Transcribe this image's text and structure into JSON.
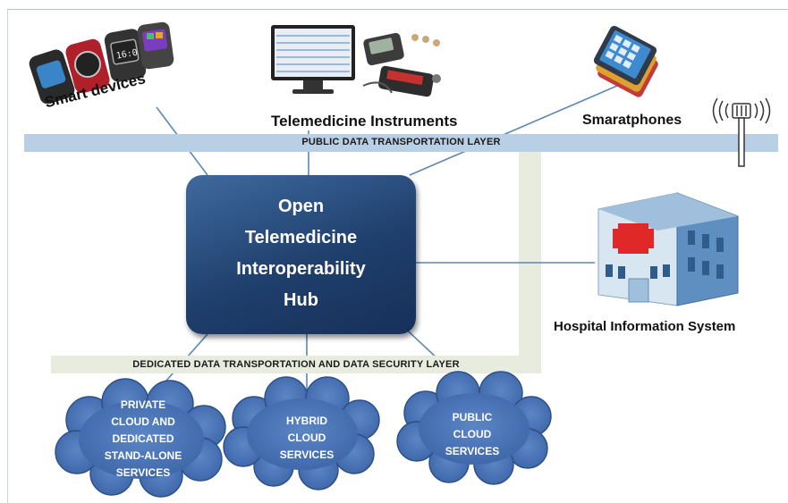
{
  "diagram": {
    "hub": {
      "title": "Open\nTelemedicine\nInteroperability\nHub"
    },
    "layers": {
      "public": "PUBLIC DATA TRANSPORTATION LAYER",
      "dedicated": "DEDICATED DATA TRANSPORTATION AND DATA SECURITY LAYER"
    },
    "nodes": {
      "smart_devices": "Smart devices",
      "telemedicine_instruments": "Telemedicine Instruments",
      "smartphones": "Smaratphones",
      "hospital_system": "Hospital Information System"
    },
    "clouds": [
      {
        "label": "PRIVATE\nCLOUD AND\nDEDICATED\nSTAND-ALONE\nSERVICES"
      },
      {
        "label": "HYBRID\nCLOUD\nSERVICES"
      },
      {
        "label": "PUBLIC\nCLOUD\nSERVICES"
      }
    ],
    "icons": [
      "smartwatch-icon",
      "monitor-icon",
      "medical-instrument-icon",
      "smartphone-icon",
      "antenna-icon",
      "hospital-building-icon"
    ],
    "colors": {
      "hub": "#1f3f6c",
      "public_layer": "#b9cfe6",
      "dedicated_layer": "#e7ecdf",
      "cloud": "#4b76b8",
      "connector": "#5b87b3"
    }
  }
}
